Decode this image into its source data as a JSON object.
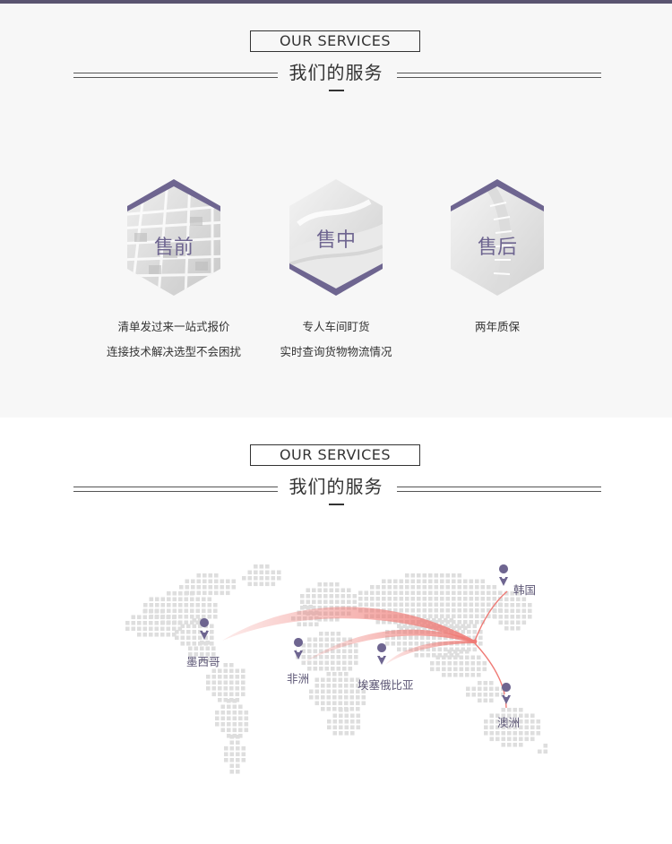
{
  "section1": {
    "heading_en": "OUR SERVICES",
    "heading_cn": "我们的服务",
    "services": [
      {
        "title": "售前",
        "lines": [
          "清单发过来一站式报价",
          "连接技术解决选型不会困扰"
        ]
      },
      {
        "title": "售中",
        "lines": [
          "专人车间盯货",
          "实时查询货物物流情况"
        ]
      },
      {
        "title": "售后",
        "lines": [
          "两年质保"
        ]
      }
    ]
  },
  "section2": {
    "heading_en": "OUR SERVICES",
    "heading_cn": "我们的服务",
    "map_labels": {
      "korea": "韩国",
      "mexico": "墨西哥",
      "africa": "非洲",
      "ethiopia": "埃塞俄比亚",
      "australia": "澳洲"
    }
  },
  "colors": {
    "accent_purple": "#6e6590",
    "route_red": "#ef7a75",
    "topbar": "#5a5470"
  }
}
